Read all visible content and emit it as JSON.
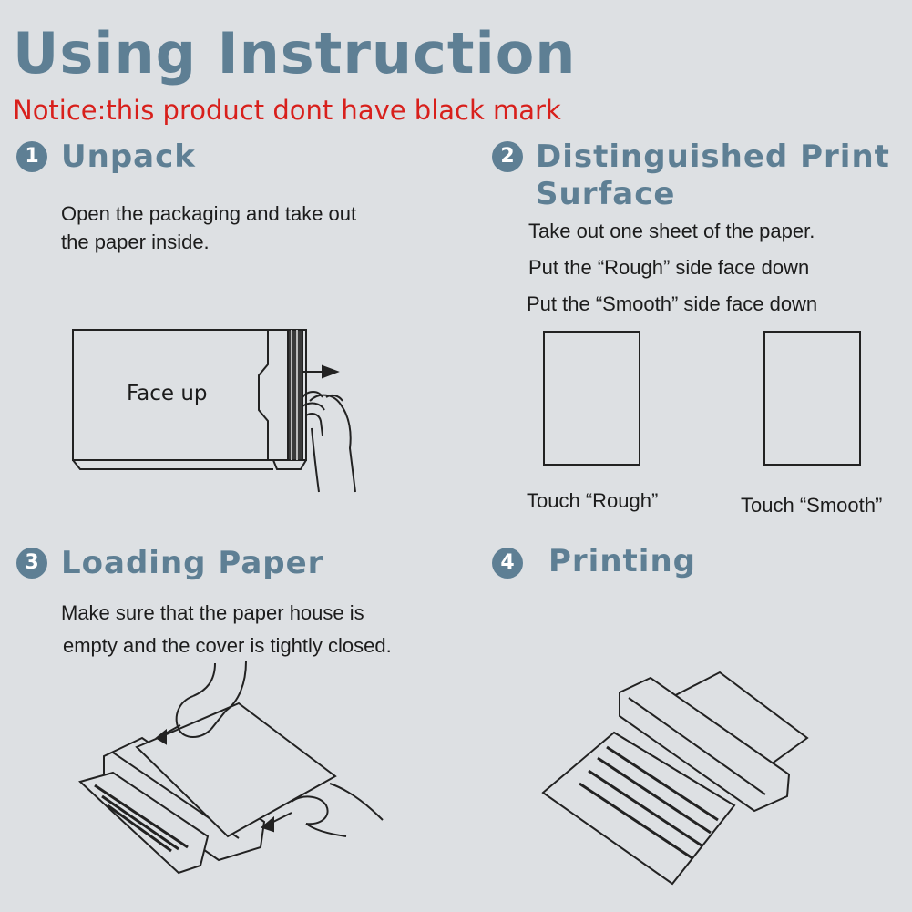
{
  "header": {
    "title": "Using Instruction",
    "notice": "Notice:this product dont have black mark"
  },
  "steps": [
    {
      "number": "1",
      "title": "Unpack",
      "lines": [
        "Open the packaging and take out",
        "the paper inside."
      ],
      "illustration_label": "Face up"
    },
    {
      "number": "2",
      "title_lines": [
        "Distinguished Print",
        "Surface"
      ],
      "lines": [
        "Take out one sheet of the paper.",
        "Put the “Rough” side face down",
        "Put the “Smooth” side face down"
      ],
      "captions": [
        "Touch “Rough”",
        "Touch “Smooth”"
      ]
    },
    {
      "number": "3",
      "title": "Loading Paper",
      "lines": [
        "Make sure that the paper house is",
        "empty and the cover is tightly closed."
      ]
    },
    {
      "number": "4",
      "title": "Printing"
    }
  ],
  "colors": {
    "background": "#dde0e3",
    "heading": "#5e7f94",
    "notice": "#d8201c",
    "line_art": "#222222"
  }
}
